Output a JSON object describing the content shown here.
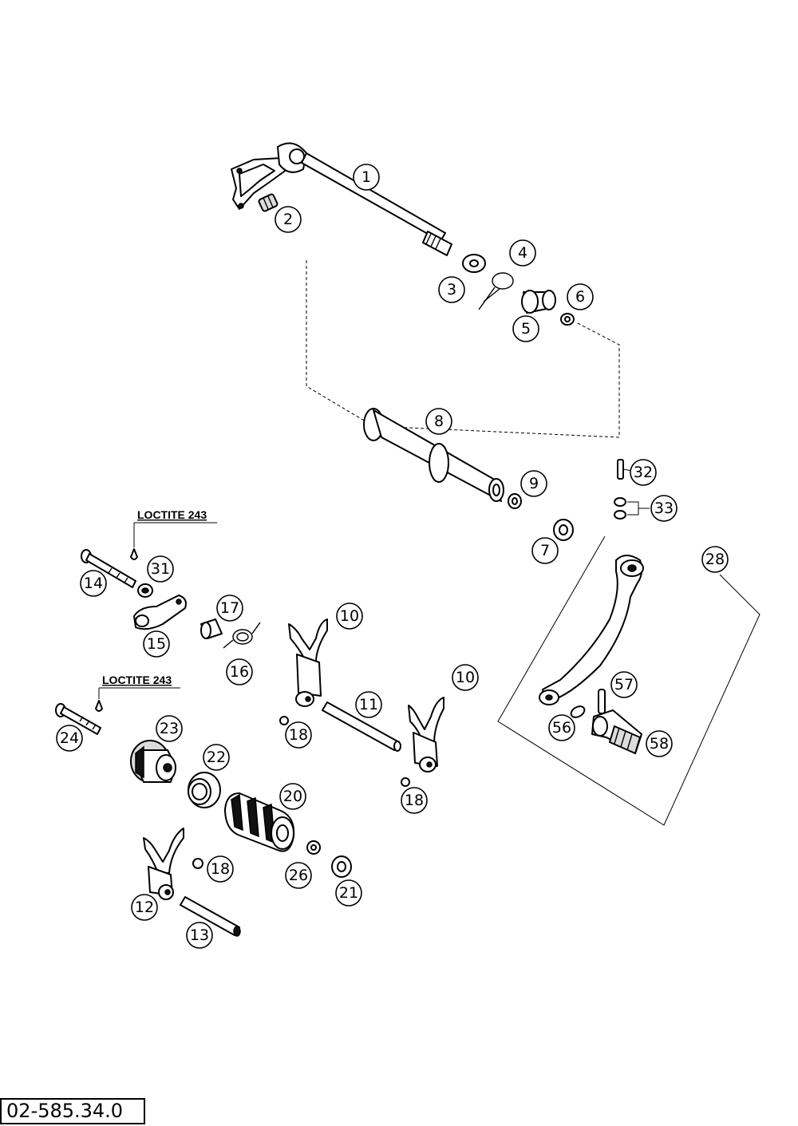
{
  "diagram": {
    "labels": {
      "p1": "1",
      "p2": "2",
      "p3": "3",
      "p4": "4",
      "p5": "5",
      "p6": "6",
      "p7": "7",
      "p8": "8",
      "p9": "9",
      "p10a": "10",
      "p10b": "10",
      "p11": "11",
      "p12": "12",
      "p13": "13",
      "p14": "14",
      "p15": "15",
      "p16": "16",
      "p17": "17",
      "p18a": "18",
      "p18b": "18",
      "p18c": "18",
      "p20": "20",
      "p21": "21",
      "p22": "22",
      "p23": "23",
      "p24": "24",
      "p26": "26",
      "p28": "28",
      "p31": "31",
      "p32": "32",
      "p33": "33",
      "p56": "56",
      "p57": "57",
      "p58": "58"
    },
    "notes": {
      "loctite_upper": "LOCTITE 243",
      "loctite_lower": "LOCTITE 243"
    },
    "document_code": "02-585.34.0"
  }
}
